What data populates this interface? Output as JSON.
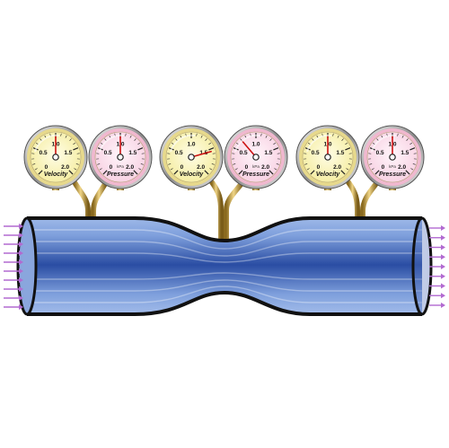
{
  "diagram": {
    "colors": {
      "pipe_light": "#a9c2ee",
      "pipe_dark": "#2a4da3",
      "pipe_outline": "#111111",
      "tube_brass": "#c9a24a",
      "velocity_face": "#fbf5b3",
      "velocity_bezel": "#e7d98c",
      "pressure_face": "#fbe4ef",
      "pressure_bezel": "#f0b8cf",
      "needle": "#cc1111",
      "flow_arrow": "#b26ad1"
    },
    "gauges": [
      {
        "type": "velocity",
        "section": "inlet",
        "label": "Velocity",
        "ticks": [
          "0",
          "0.5",
          "1.0",
          "1.5",
          "2.0"
        ],
        "reading": 1.0
      },
      {
        "type": "pressure",
        "section": "inlet",
        "label": "Pressure",
        "unit": "kPa",
        "ticks": [
          "0",
          "0.5",
          "1.0",
          "1.5",
          "2.0"
        ],
        "reading": 1.0
      },
      {
        "type": "velocity",
        "section": "throat",
        "label": "Velocity",
        "ticks": [
          "0",
          "0.5",
          "1.0",
          "1.5",
          "2.0"
        ],
        "reading": 1.55
      },
      {
        "type": "pressure",
        "section": "throat",
        "label": "Pressure",
        "unit": "kPa",
        "ticks": [
          "0",
          "0.5",
          "1.0",
          "1.5",
          "2.0"
        ],
        "reading": 0.7
      },
      {
        "type": "velocity",
        "section": "outlet",
        "label": "Velocity",
        "ticks": [
          "0",
          "0.5",
          "1.0",
          "1.5",
          "2.0"
        ],
        "reading": 1.0
      },
      {
        "type": "pressure",
        "section": "outlet",
        "label": "Pressure",
        "unit": "kPa",
        "ticks": [
          "0",
          "0.5",
          "1.0",
          "1.5",
          "2.0"
        ],
        "reading": 1.0
      }
    ],
    "flow_arrows": {
      "inlet_count": 10,
      "outlet_count": 9
    }
  }
}
